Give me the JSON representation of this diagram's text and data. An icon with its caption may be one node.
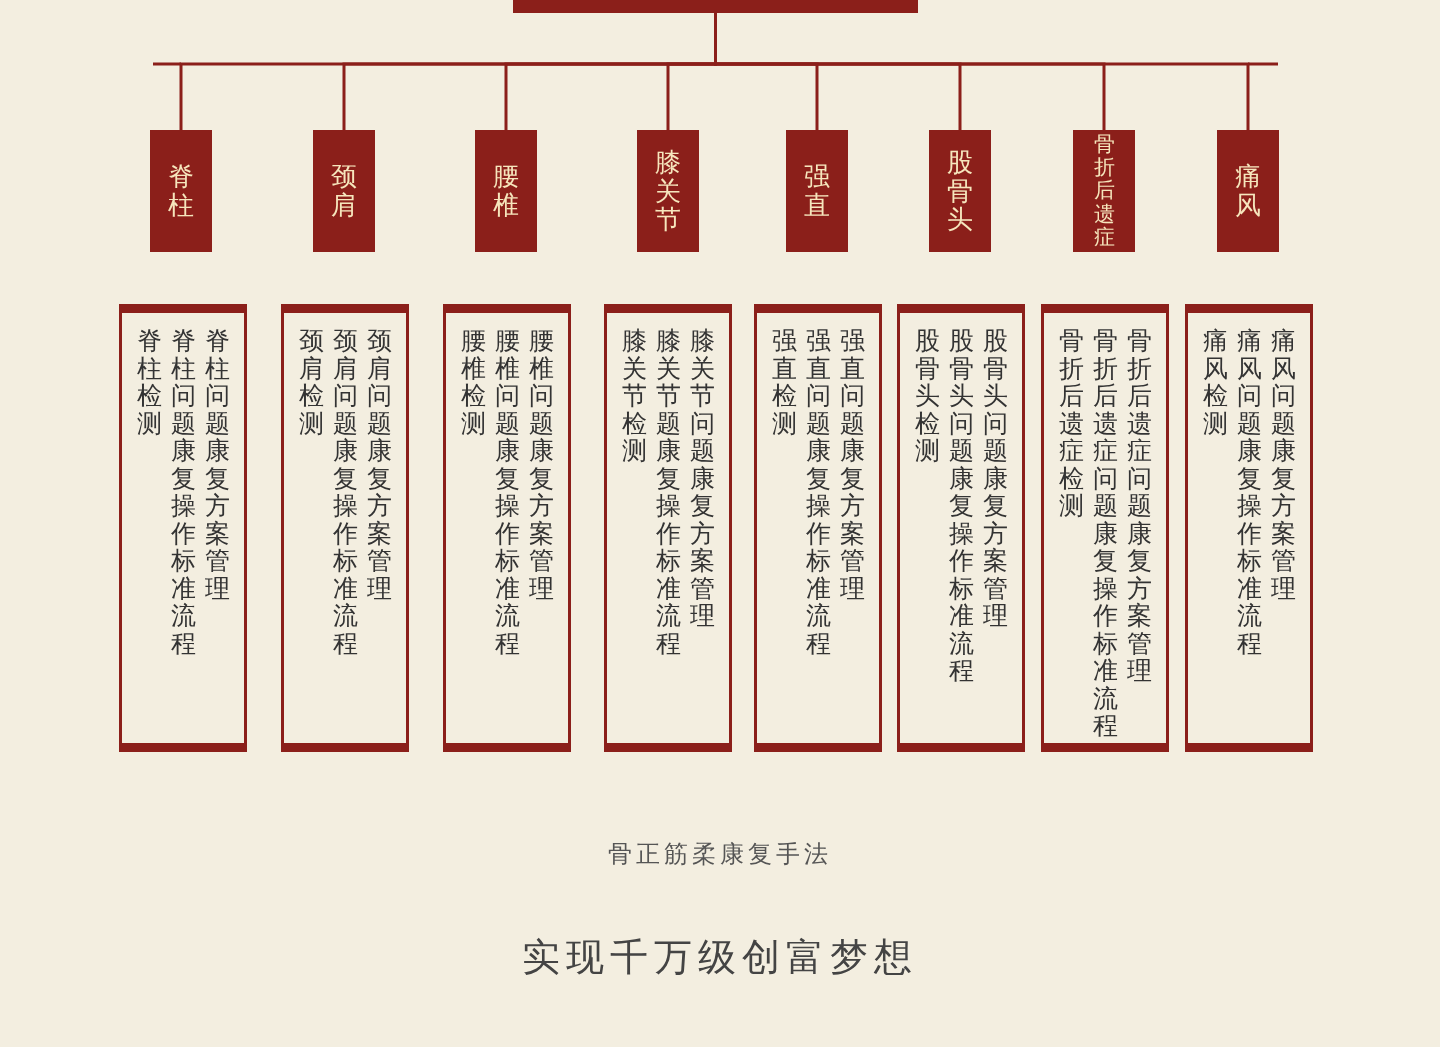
{
  "diagram": {
    "nodes": [
      {
        "text": [],
        "shape": "box"
      },
      {
        "text": [
          "脊柱"
        ]
      },
      {
        "text": [
          "颈肩"
        ]
      },
      {
        "text": [
          "腰椎"
        ]
      },
      {
        "text": [
          "膝关节"
        ]
      },
      {
        "text": [
          "强直"
        ]
      },
      {
        "text": [
          "股骨头"
        ]
      },
      {
        "text": [
          "骨折后遗症"
        ]
      },
      {
        "text": [
          "痛风"
        ]
      },
      {
        "text": [
          "脊柱检测",
          "脊柱问题康复操作标准流程",
          "脊柱问题康复方案管理"
        ]
      },
      {
        "text": [
          "颈肩检测",
          "颈肩问题康复操作标准流程",
          "颈肩问题康复方案管理"
        ]
      },
      {
        "text": [
          "腰椎检测",
          "腰椎问题康复操作标准流程",
          "腰椎问题康复方案管理"
        ]
      },
      {
        "text": [
          "膝关节检测",
          "膝关节题康复操作标准流程",
          "膝关节问题康复方案管理"
        ]
      },
      {
        "text": [
          "强直检测",
          "强直问题康复操作标准流程",
          "强直问题康复方案管理"
        ]
      },
      {
        "text": [
          "股骨头检测",
          "股骨头问题康复操作标准流程",
          "股骨头问题康复方案管理"
        ]
      },
      {
        "text": [
          "骨折后遗症检测",
          "骨折后遗症问题康复操作标准流程",
          "骨折后遗症问题康复方案管理"
        ]
      },
      {
        "text": [
          "痛风检测",
          "痛风问题康复操作标准流程",
          "痛风问题康复方案管理"
        ]
      }
    ],
    "edges": [
      {
        "from": 0,
        "to": 1,
        "arrow": "none"
      },
      {
        "from": 0,
        "to": 2,
        "arrow": "none"
      },
      {
        "from": 0,
        "to": 3,
        "arrow": "none"
      },
      {
        "from": 0,
        "to": 4,
        "arrow": "none"
      },
      {
        "from": 0,
        "to": 5,
        "arrow": "none"
      },
      {
        "from": 0,
        "to": 6,
        "arrow": "none"
      },
      {
        "from": 0,
        "to": 7,
        "arrow": "none"
      },
      {
        "from": 0,
        "to": 8,
        "arrow": "none"
      }
    ],
    "labels": [
      "骨正筋柔康复手法",
      "实现千万级创富梦想"
    ]
  }
}
